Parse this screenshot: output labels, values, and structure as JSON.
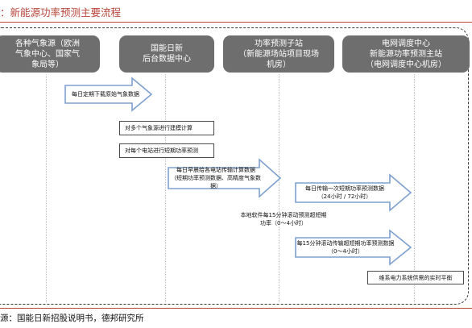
{
  "title": "：新能源功率预测主要流程",
  "source": "源：国能日新招股说明书，德邦研究所",
  "headers": [
    "各种气象源（欧洲\n气象中心、国家气\n象局等）",
    "国能日新\n后台数据中心",
    "功率预测子站\n（新能源场站项目现场\n机房）",
    "电网调度中心\n新能源功率预测主站\n（电网调度中心机房）"
  ],
  "steps": {
    "s1": "每日定期下载原始气象数据",
    "s2": "对多个气象源进行建模计算",
    "s3": "对每个电站进行短期功率预测",
    "s4": "每日早晨给各电站传输计算数据\n（短期功率预测数据、高精度气象数据）",
    "s5": "每日传输一次短期功率预测数据\n（24小时 / 72小时）",
    "s6": "本地软件每15分钟滚动预测超短期\n功率（0～4小时）",
    "s7": "每15分钟滚动传输超短期功率预测数据\n（0～4小时）",
    "s8": "维系电力系统供需的实时平衡"
  }
}
